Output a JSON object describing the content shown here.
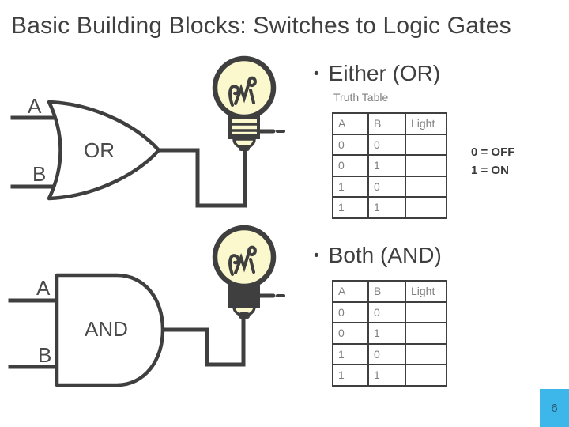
{
  "title": "Basic Building Blocks: Switches to Logic Gates",
  "or_section": {
    "bullet": "•",
    "heading": "Either (OR)",
    "truth_table_label": "Truth Table",
    "gate_label": "OR",
    "input_a": "A",
    "input_b": "B",
    "table": {
      "headers": [
        "A",
        "B",
        "Light"
      ],
      "rows": [
        [
          "0",
          "0",
          ""
        ],
        [
          "0",
          "1",
          ""
        ],
        [
          "1",
          "0",
          ""
        ],
        [
          "1",
          "1",
          ""
        ]
      ]
    },
    "legend": {
      "line1": "0 = OFF",
      "line2": "1 = ON"
    }
  },
  "and_section": {
    "bullet": "•",
    "heading": "Both (AND)",
    "gate_label": "AND",
    "input_a": "A",
    "input_b": "B",
    "table": {
      "headers": [
        "A",
        "B",
        "Light"
      ],
      "rows": [
        [
          "0",
          "0",
          ""
        ],
        [
          "0",
          "1",
          ""
        ],
        [
          "1",
          "0",
          ""
        ],
        [
          "1",
          "1",
          ""
        ]
      ]
    }
  },
  "page_number": "6",
  "colors": {
    "accent_blue": "#3DB7E9",
    "bulb_yellow": "#FAF8CC",
    "line_dark": "#3F3F3F",
    "text_gray": "#7F7F7F",
    "page_number_color": "#2D5B73"
  }
}
